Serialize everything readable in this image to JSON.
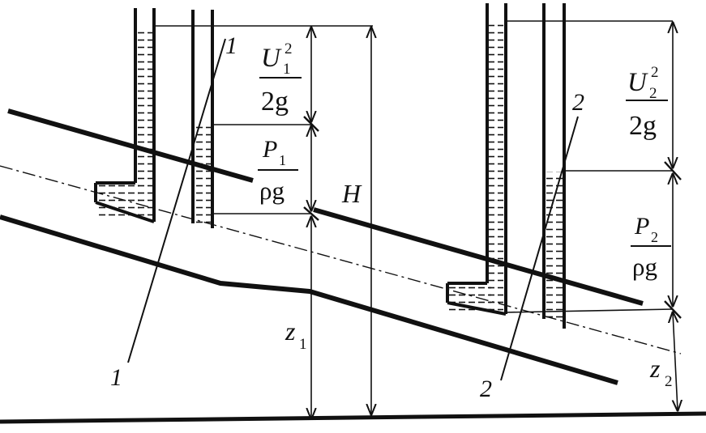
{
  "labels": {
    "section1_top": "1",
    "section1_bottom": "1",
    "section2_top": "2",
    "section2_bottom": "2",
    "head_total": "H",
    "z1": {
      "main": "z",
      "sub": "1"
    },
    "z2": {
      "main": "z",
      "sub": "2"
    },
    "velocity_head_1": {
      "main": "U",
      "sub": "1",
      "sup": "2",
      "denominator": "2g"
    },
    "velocity_head_2": {
      "main": "U",
      "sub": "2",
      "sup": "2",
      "denominator": "2g"
    },
    "pressure_head_1": {
      "main": "P",
      "sub": "1",
      "denominator": "ρg"
    },
    "pressure_head_2": {
      "main": "P",
      "sub": "2",
      "denominator": "ρg"
    }
  },
  "colors": {
    "ink": "#111111",
    "background": "#ffffff"
  }
}
